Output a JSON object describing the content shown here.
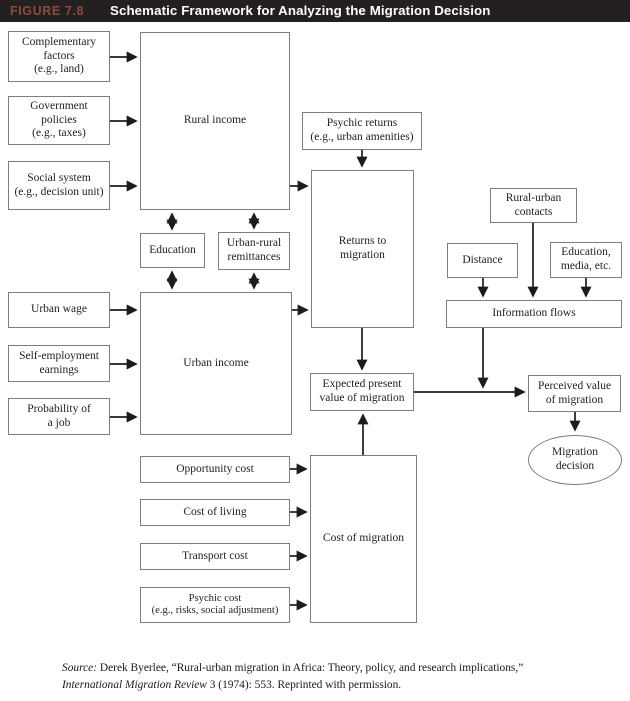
{
  "header": {
    "figure_label": "FIGURE 7.8",
    "title": "Schematic Framework for Analyzing the Migration Decision"
  },
  "colors": {
    "header_bg": "#242021",
    "figure_label_color": "#8e4a3f",
    "header_title_color": "#ffffff",
    "box_border": "#7d7d7d",
    "arrow_color": "#1c1c1c",
    "text_color": "#1f1f1f"
  },
  "nodes": {
    "complementary_factors": "Complementary\nfactors\n(e.g., land)",
    "government_policies": "Government\npolicies\n(e.g., taxes)",
    "social_system": "Social system\n(e.g., decision unit)",
    "rural_income": "Rural income",
    "psychic_returns": "Psychic returns\n(e.g., urban amenities)",
    "education": "Education",
    "urban_rural_remittances": "Urban-rural\nremittances",
    "returns_to_migration": "Returns to\nmigration",
    "rural_urban_contacts": "Rural-urban\ncontacts",
    "distance": "Distance",
    "education_media": "Education,\nmedia, etc.",
    "information_flows": "Information flows",
    "urban_wage": "Urban wage",
    "self_employment_earnings": "Self-employment\nearnings",
    "probability_of_a_job": "Probability of\na job",
    "urban_income": "Urban income",
    "expected_present_value": "Expected present\nvalue of migration",
    "perceived_value": "Perceived value\nof migration",
    "migration_decision": "Migration\ndecision",
    "opportunity_cost": "Opportunity cost",
    "cost_of_living": "Cost of living",
    "transport_cost": "Transport cost",
    "psychic_cost": "Psychic cost\n(e.g., risks, social adjustment)",
    "cost_of_migration": "Cost of migration"
  },
  "source": {
    "label": "Source:",
    "line1": " Derek Byerlee, “Rural-urban migration in Africa: Theory, policy, and research implications,”",
    "journal": "International Migration Review",
    "line2": " 3 (1974): 553. Reprinted with permission."
  }
}
